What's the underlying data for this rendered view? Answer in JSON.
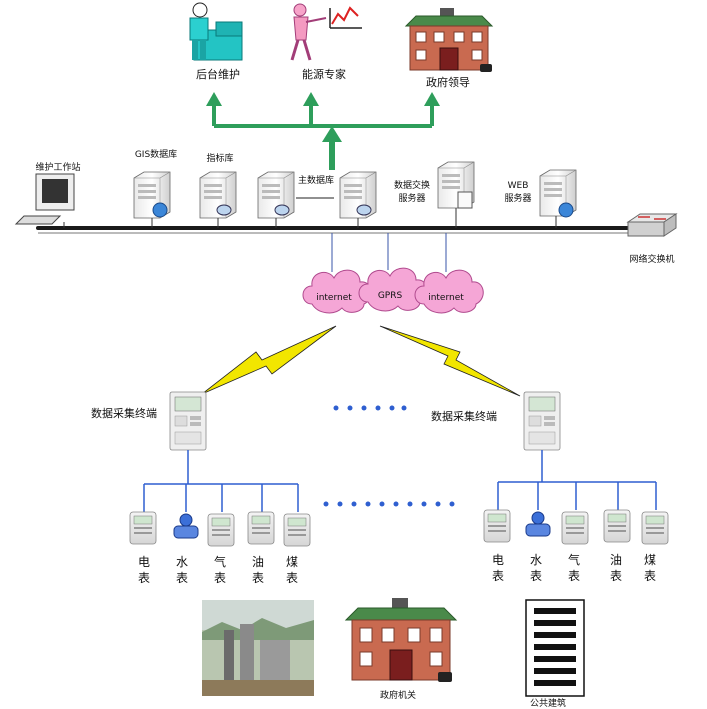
{
  "top_roles": [
    {
      "id": "maintenance",
      "label": "后台维护",
      "icon": "person-at-desk-icon"
    },
    {
      "id": "energy",
      "label": "能源专家",
      "icon": "presenter-chart-icon"
    },
    {
      "id": "gov",
      "label": "政府领导",
      "icon": "government-building-icon"
    }
  ],
  "servers": {
    "workstation": "维护工作站",
    "gis": "GIS数据库",
    "index": "指标库",
    "main": "主数据库",
    "exchange": [
      "数据交换",
      "服务器"
    ],
    "web": [
      "WEB",
      "服务器"
    ],
    "switch": "网络交换机"
  },
  "clouds": [
    "internet",
    "GPRS",
    "internet"
  ],
  "terminals": {
    "left": "数据采集终端",
    "right": "数据采集终端"
  },
  "meters": {
    "left": [
      {
        "l1": "电",
        "l2": "表"
      },
      {
        "l1": "水",
        "l2": "表"
      },
      {
        "l1": "气",
        "l2": "表"
      },
      {
        "l1": "油",
        "l2": "表"
      },
      {
        "l1": "煤",
        "l2": "表"
      }
    ],
    "right": [
      {
        "l1": "电",
        "l2": "表"
      },
      {
        "l1": "水",
        "l2": "表"
      },
      {
        "l1": "气",
        "l2": "表"
      },
      {
        "l1": "油",
        "l2": "表"
      },
      {
        "l1": "煤",
        "l2": "表"
      }
    ]
  },
  "buildings": {
    "gov_office": "政府机关",
    "public_building": "公共建筑"
  },
  "colors": {
    "arrow": "#2e9e5b",
    "cloud": "#f5a6d6",
    "bus": "#1a1a1a",
    "blue_line": "#2f5fd0",
    "lightning": "#f2e600"
  }
}
